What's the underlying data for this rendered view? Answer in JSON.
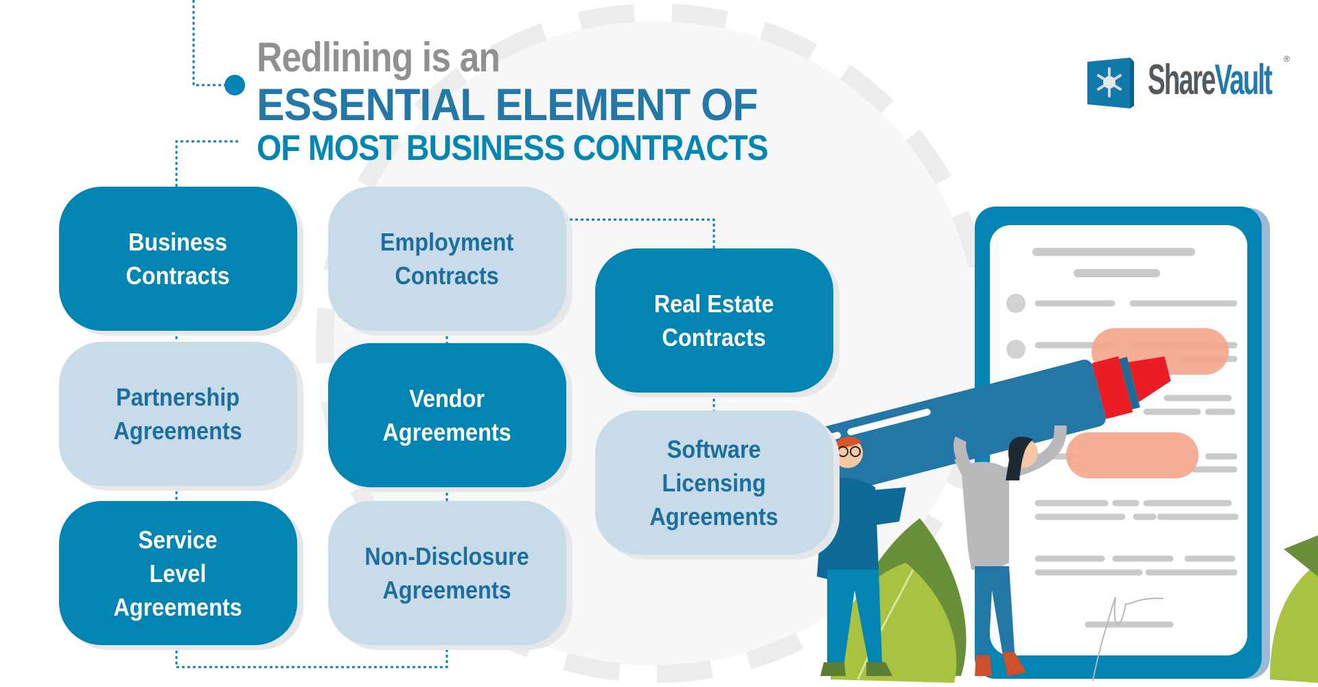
{
  "heading": {
    "line1": "Redlining is an",
    "line2": "ESSENTIAL ELEMENT OF",
    "line3": "OF MOST BUSINESS CONTRACTS"
  },
  "logo": {
    "share": "Share",
    "vault": "Vault",
    "registered": "®"
  },
  "contract_types": [
    {
      "label": "Business\nContracts",
      "style": "dark"
    },
    {
      "label": "Partnership\nAgreements",
      "style": "light"
    },
    {
      "label": "Service\nLevel\nAgreements",
      "style": "dark"
    },
    {
      "label": "Employment\nContracts",
      "style": "light"
    },
    {
      "label": "Vendor\nAgreements",
      "style": "dark"
    },
    {
      "label": "Non-Disclosure\nAgreements",
      "style": "light"
    },
    {
      "label": "Real Estate\nContracts",
      "style": "dark"
    },
    {
      "label": "Software\nLicensing\nAgreements",
      "style": "light"
    }
  ],
  "colors": {
    "dark_blue": "#0285b3",
    "light_blue": "#c8dbe9",
    "title_grey": "#8f9092",
    "title_blue": "#2378a8",
    "highlight": "#f4a68c",
    "marker_tip": "#ec1c24",
    "leaf_green": "#a9c23f"
  }
}
